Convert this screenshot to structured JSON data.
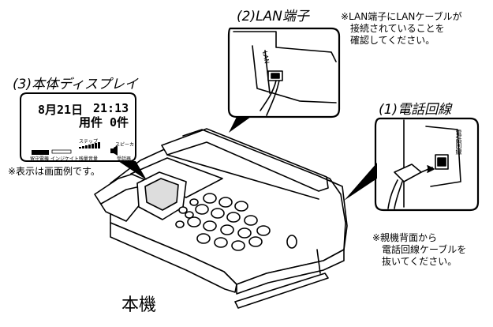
{
  "labels": {
    "lan_port": "(2)LAN端子",
    "phone_line": "(1)電話回線",
    "display": "(3)本体ディスプレイ",
    "main_unit": "本機"
  },
  "notes": {
    "lan_note": "※LAN端子にLANケーブルが\n　接続されていることを\n　確認してください。",
    "display_note": "※表示は画面例です。",
    "phone_note": "※親機背面から\n　電話回線ケーブルを\n　抜いてください。"
  },
  "panel_text": {
    "lan_port_mark": "LAN",
    "phone_port_mark": "電話回線"
  },
  "display_screen": {
    "date": "8月21日",
    "time": "21:13",
    "messages": "用件 0件",
    "icon_labels": [
      "留守電機",
      "インジケイト残量",
      "ステップ",
      "音量",
      "スピーカ",
      "受話器"
    ]
  }
}
